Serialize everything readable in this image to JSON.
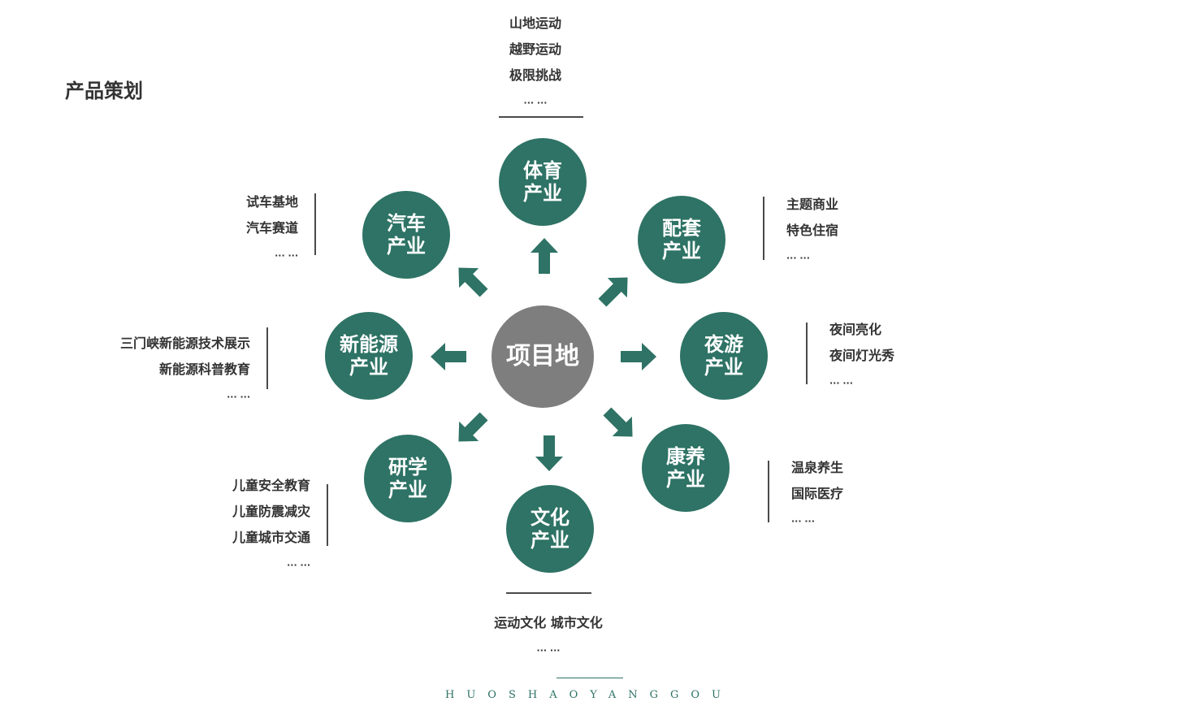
{
  "title": "产品策划",
  "colors": {
    "node": "#2e7365",
    "center": "#7e7e7e",
    "text": "#333333"
  },
  "center_node": "项目地",
  "nodes": {
    "sports": [
      "体育",
      "产业"
    ],
    "auto": [
      "汽车",
      "产业"
    ],
    "support": [
      "配套",
      "产业"
    ],
    "new_energy": [
      "新能源",
      "产业"
    ],
    "night": [
      "夜游",
      "产业"
    ],
    "study": [
      "研学",
      "产业"
    ],
    "health": [
      "康养",
      "产业"
    ],
    "culture": [
      "文化",
      "产业"
    ]
  },
  "lists": {
    "sports": [
      "山地运动",
      "越野运动",
      "极限挑战"
    ],
    "auto": [
      "试车基地",
      "汽车赛道"
    ],
    "support": [
      "主题商业",
      "特色住宿"
    ],
    "new_energy": [
      "三门峡新能源技术展示",
      "新能源科普教育"
    ],
    "night": [
      "夜间亮化",
      "夜间灯光秀"
    ],
    "study": [
      "儿童安全教育",
      "儿童防震减灾",
      "儿童城市交通"
    ],
    "health": [
      "温泉养生",
      "国际医疗"
    ],
    "culture": [
      "运动文化  城市文化"
    ]
  },
  "ellipsis": "··· ···",
  "footer": "HUOSHAOYANGGOU"
}
